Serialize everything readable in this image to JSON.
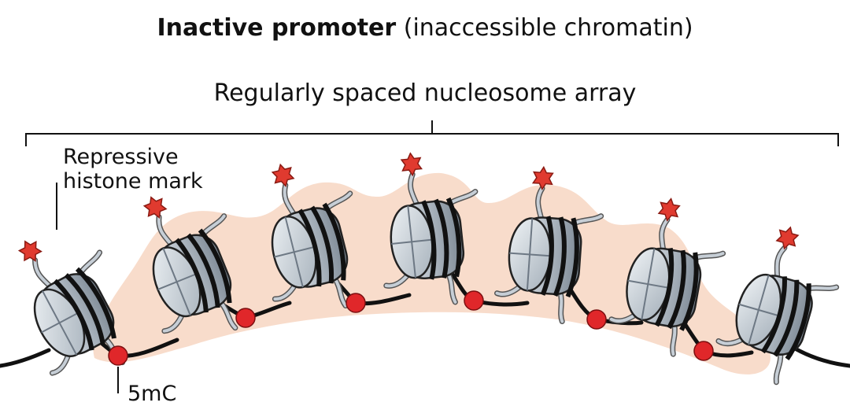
{
  "title": {
    "bold": "Inactive promoter",
    "normal": "(inaccessible chromatin)"
  },
  "labels": {
    "array": "Regularly spaced nucleosome array",
    "mark_line1": "Repressive",
    "mark_line2": "histone mark",
    "methyl": "5mC"
  },
  "colors": {
    "dna": "#111111",
    "mark": "#e03a2f",
    "methyl": "#e0272a",
    "halo": "#f8dccb",
    "histone_light": "#d6dde4",
    "histone_dark": "#8a97a3"
  },
  "nucleosomes": [
    {
      "id": 1
    },
    {
      "id": 2
    },
    {
      "id": 3
    },
    {
      "id": 4
    },
    {
      "id": 5
    },
    {
      "id": 6
    },
    {
      "id": 7
    }
  ]
}
